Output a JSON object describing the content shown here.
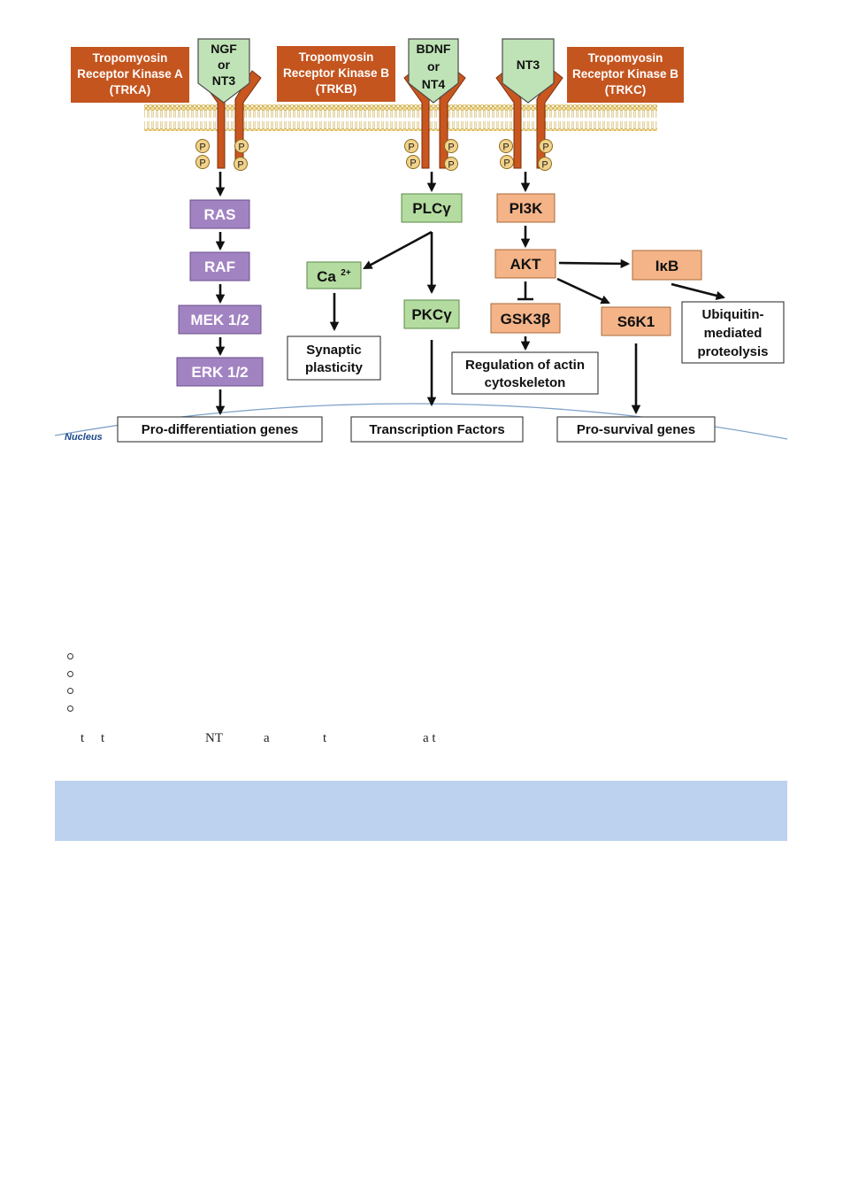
{
  "ligands": {
    "trka": [
      "NGF",
      "or",
      "NT3"
    ],
    "trkb": [
      "BDNF",
      "or",
      "NT4"
    ],
    "trkc": [
      "NT3"
    ]
  },
  "receptors": {
    "trka": [
      "Tropomyosin",
      "Receptor Kinase A",
      "(TRKA)"
    ],
    "trkb": [
      "Tropomyosin",
      "Receptor Kinase B",
      "(TRKB)"
    ],
    "trkc": [
      "Tropomyosin",
      "Receptor Kinase B",
      "(TRKC)"
    ]
  },
  "phospho_label": "P",
  "nodes": {
    "ras": "RAS",
    "raf": "RAF",
    "mek": "MEK 1/2",
    "erk": "ERK 1/2",
    "plc": "PLCγ",
    "ca": "Ca",
    "ca_sup": "2+",
    "pkc": "PKCγ",
    "pi3k": "PI3K",
    "akt": "AKT",
    "ikb": "IκB",
    "gsk": "GSK3β",
    "s6k": "S6K1"
  },
  "outcomes": {
    "synaptic": [
      "Synaptic",
      "plasticity"
    ],
    "actin": [
      "Regulation of actin",
      "cytoskeleton"
    ],
    "ubiq": [
      "Ubiquitin-",
      "mediated",
      "proteolysis"
    ],
    "prodiff": "Pro-differentiation genes",
    "tf": "Transcription Factors",
    "prosurv": "Pro-survival genes"
  },
  "nucleus_label": "Nucleus",
  "fragments": [
    "t",
    "t",
    "NT",
    "a",
    "t",
    "a t"
  ],
  "colors": {
    "receptor_box": "#c4551f",
    "receptor_body": "#c9561f",
    "ligand": "#bfe3b6",
    "ras_pathway": "#a283c2",
    "plc_pathway": "#b4dca0",
    "pi3k_pathway": "#f4b488",
    "phospho": "#f2d28a",
    "nucleus": "#7ea2c8",
    "band": "#bcd2ee"
  }
}
